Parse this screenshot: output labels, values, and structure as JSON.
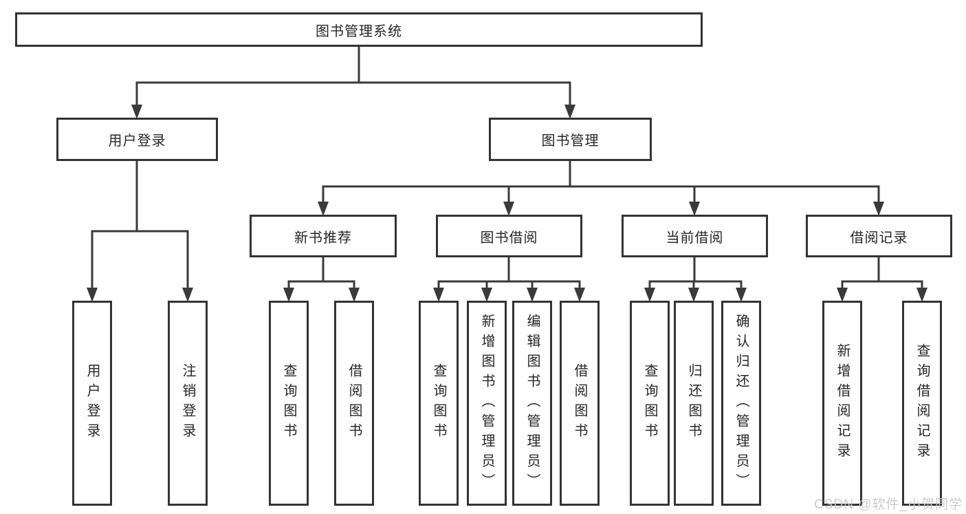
{
  "diagram": {
    "root": {
      "label": "图书管理系统"
    },
    "level2": [
      {
        "label": "用户登录"
      },
      {
        "label": "图书管理"
      }
    ],
    "level3": [
      {
        "label": "新书推荐"
      },
      {
        "label": "图书借阅"
      },
      {
        "label": "当前借阅"
      },
      {
        "label": "借阅记录"
      }
    ],
    "leaves": {
      "user_login": [
        {
          "label": "用户登录"
        },
        {
          "label": "注销登录"
        }
      ],
      "new_book_recommend": [
        {
          "label": "查询图书"
        },
        {
          "label": "借阅图书"
        }
      ],
      "book_borrow": [
        {
          "label": "查询图书"
        },
        {
          "label": "新增图书（管理员）"
        },
        {
          "label": "编辑图书（管理员）"
        },
        {
          "label": "借阅图书"
        }
      ],
      "current_borrow": [
        {
          "label": "查询图书"
        },
        {
          "label": "归还图书"
        },
        {
          "label": "确认归还（管理员）"
        }
      ],
      "borrow_record": [
        {
          "label": "新增借阅记录"
        },
        {
          "label": "查询借阅记录"
        }
      ]
    }
  },
  "watermark": {
    "text": "CSDN @软件_小贺同学"
  },
  "colors": {
    "line": "#3a3a3a",
    "box_border": "#333333",
    "text": "#262626",
    "background": "#ffffff",
    "watermark": "#c9c9c9"
  }
}
